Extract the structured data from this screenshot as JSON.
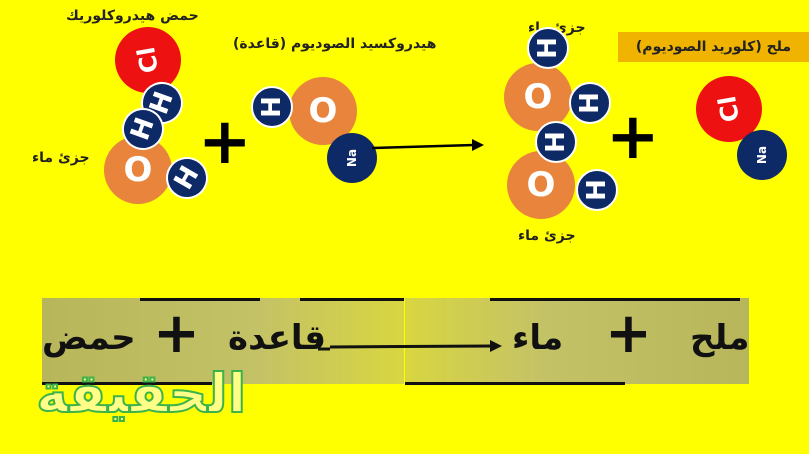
{
  "labels": {
    "hcl": "حمض هيدروكلوريك",
    "naoh": "هيدروكسيد الصوديوم (قاعدة)",
    "water_left": "جزئ ماء",
    "water_top": "جزئ ماء",
    "water_bottom": "جزئ ماء",
    "salt": "ملح (كلوريد الصوديوم)"
  },
  "atoms": {
    "H": "H",
    "O": "O",
    "Cl": "Cl",
    "Na": "Na"
  },
  "equation": {
    "acid": "حمض",
    "plus": "+",
    "base": "قاعدة",
    "water": "ماء",
    "salt": "ملح"
  },
  "watermark": "الحقيقة",
  "colors": {
    "background": "#ffff00",
    "salt_label_bg": "#f0b400",
    "hydrogen": "#0e2a66",
    "oxygen": "#e8843c",
    "chlorine": "#ee1111",
    "sodium": "#0e2a66"
  }
}
